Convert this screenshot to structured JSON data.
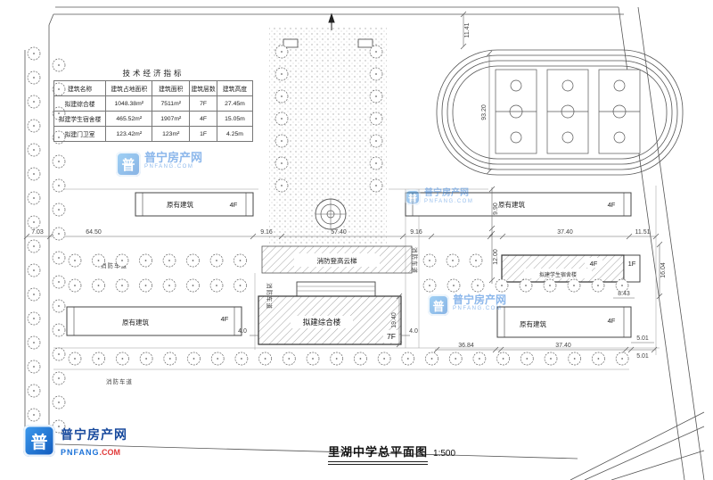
{
  "meta": {
    "drawing_title": "里湖中学总平面图",
    "scale": "1:500"
  },
  "table": {
    "title": "技术经济指标",
    "headers": [
      "建筑名称",
      "建筑占地面积",
      "建筑面积",
      "建筑层数",
      "建筑高度"
    ],
    "rows": [
      [
        "拟建综合楼",
        "1048.38m²",
        "7511m²",
        "7F",
        "27.45m"
      ],
      [
        "拟建学生宿舍楼",
        "465.52m²",
        "1907m²",
        "4F",
        "15.05m"
      ],
      [
        "拟建门卫室",
        "123.42m²",
        "123m²",
        "1F",
        "4.25m"
      ]
    ]
  },
  "buildings": {
    "existing_label": "原有建筑",
    "four_f": "4F",
    "seven_f": "7F",
    "one_f": "1F",
    "complex_label": "拟建综合楼",
    "dorm_label": "拟建学生宿舍楼"
  },
  "labels": {
    "fire_lane": "消防车道",
    "ladder": "消防登高云梯"
  },
  "dims": [
    "11.41",
    "7.03",
    "64.50",
    "9.16",
    "57.40",
    "9.16",
    "37.40",
    "11.51",
    "9.90",
    "12.00",
    "19.40",
    "8.43",
    "16.04",
    "5.01",
    "36.84",
    "37.40",
    "5.01",
    "4.0",
    "4.0",
    "93.20"
  ],
  "brand": {
    "glyph": "普",
    "name": "普宁房产网",
    "site": "PNFANG",
    "tld": ".COM",
    "site_full": "PNFANG.COM"
  }
}
